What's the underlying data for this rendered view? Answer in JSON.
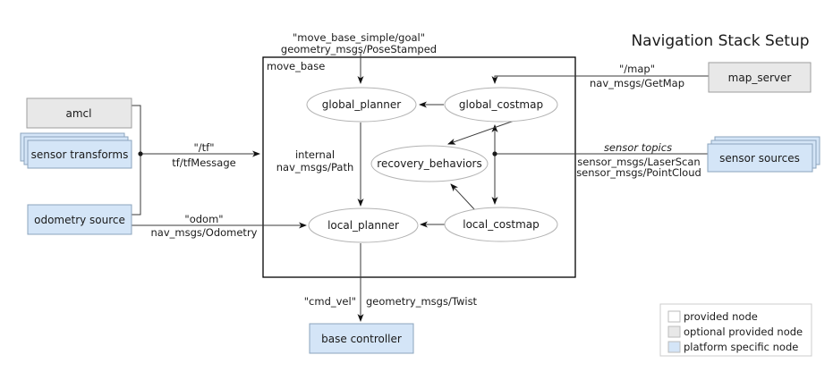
{
  "title": {
    "text": "Navigation Stack Setup",
    "color": "#3d6d9e"
  },
  "container": {
    "label": "move_base"
  },
  "nodes": {
    "global_planner": "global_planner",
    "global_costmap": "global_costmap",
    "recovery_behaviors": "recovery_behaviors",
    "local_planner": "local_planner",
    "local_costmap": "local_costmap",
    "amcl": "amcl",
    "sensor_transforms": "sensor transforms",
    "odometry_source": "odometry source",
    "map_server": "map_server",
    "sensor_sources": "sensor sources",
    "base_controller": "base controller"
  },
  "edges": {
    "goal": {
      "topic": "\"move_base_simple/goal\"",
      "type": "geometry_msgs/PoseStamped"
    },
    "tf": {
      "topic": "\"/tf\"",
      "type": "tf/tfMessage"
    },
    "odom": {
      "topic": "\"odom\"",
      "type": "nav_msgs/Odometry"
    },
    "map": {
      "topic": "\"/map\"",
      "type": "nav_msgs/GetMap"
    },
    "sensor": {
      "topic": "sensor topics",
      "type1": "sensor_msgs/LaserScan",
      "type2": "sensor_msgs/PointCloud"
    },
    "internal": {
      "topic": "internal",
      "type": "nav_msgs/Path"
    },
    "cmd_vel": {
      "topic": "\"cmd_vel\"",
      "type": "geometry_msgs/Twist"
    }
  },
  "legend": {
    "items": [
      {
        "label": "provided node",
        "fill": "#ffffff"
      },
      {
        "label": "optional provided node",
        "fill": "#e8e8e8"
      },
      {
        "label": "platform specific node",
        "fill": "#d4e5f7"
      }
    ]
  },
  "colors": {
    "optional_fill": "#e8e8e8",
    "platform_fill": "#d4e5f7",
    "provided_fill": "#ffffff",
    "line": "#3a3a3a",
    "ellipse_stroke": "#b3b3b3",
    "title": "#3d6d9e"
  }
}
